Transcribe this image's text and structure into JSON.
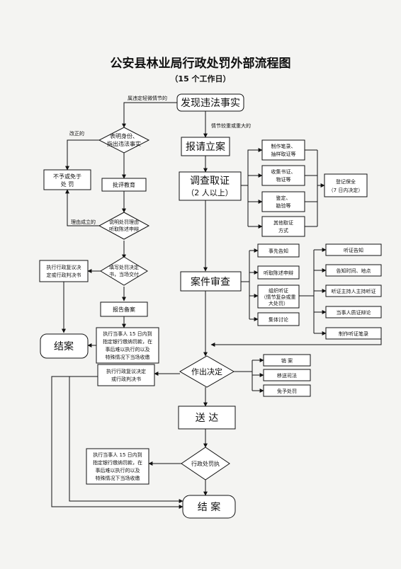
{
  "title": "公安县林业局行政处罚外部流程图",
  "subtitle": "（15 个工作日）",
  "nodes": {
    "discover": "发现违法事实",
    "show_id": [
      "表明身份、",
      "指出违法事实"
    ],
    "no_penalty": [
      "不予或免于",
      "处  罚"
    ],
    "criticize": "批评教育",
    "explain": [
      "说明处罚理由",
      "听取陈述申辩"
    ],
    "fill_decision": [
      "填写处罚决定",
      "书，当场交付"
    ],
    "review_left": [
      "执行行政复议决",
      "定或行政判决书"
    ],
    "report_file": "报告备案",
    "close_left": "结案",
    "pay_left": [
      "执行当事人 15 日内到",
      "指定银行缴纳罚款，在",
      "事后难以执行的以及",
      "特殊情况下当场收缴"
    ],
    "report_case": "报请立案",
    "investigate": [
      "调查取证",
      "（2 人以上）"
    ],
    "ev_1": [
      "制作笔录、",
      "抽样取证等"
    ],
    "ev_2": [
      "收集书证、",
      "物证等"
    ],
    "ev_3": [
      "鉴定、",
      "勘验等"
    ],
    "ev_4": [
      "其他取证",
      "方式"
    ],
    "preserve": [
      "登记保全",
      "（7 日内决定）"
    ],
    "case_review": "案件审查",
    "rv_1": "事先告知",
    "rv_2": "听取陈述申辩",
    "rv_3": [
      "组织听证",
      "（情节复杂或重",
      "大处罚）"
    ],
    "rv_4": "集体讨论",
    "h_1": "听证告知",
    "h_2": "告知时间、地点",
    "h_3": "听证主持人主持听证",
    "h_4": "当事人质证辩论",
    "h_5": "制作听证笔录",
    "decide": "作出决定",
    "d_1": "销    案",
    "d_2": "移送司法",
    "d_3": "免予处罚",
    "review_mid": [
      "执行行政复议决定",
      "或行政判决书"
    ],
    "deliver": "送  达",
    "pay_mid": [
      "执行当事人 15 日内到",
      "指定银行缴纳罚款，在",
      "事后难以执行的以及",
      "特殊情况下当场收缴"
    ],
    "execute": "行政处罚执",
    "close_main": "结  案"
  },
  "edge_labels": {
    "minor": "属违定轻微情节的",
    "serious": "情节较重或重大的",
    "corrected": "改正的",
    "reason_ok": "理由成立的"
  }
}
